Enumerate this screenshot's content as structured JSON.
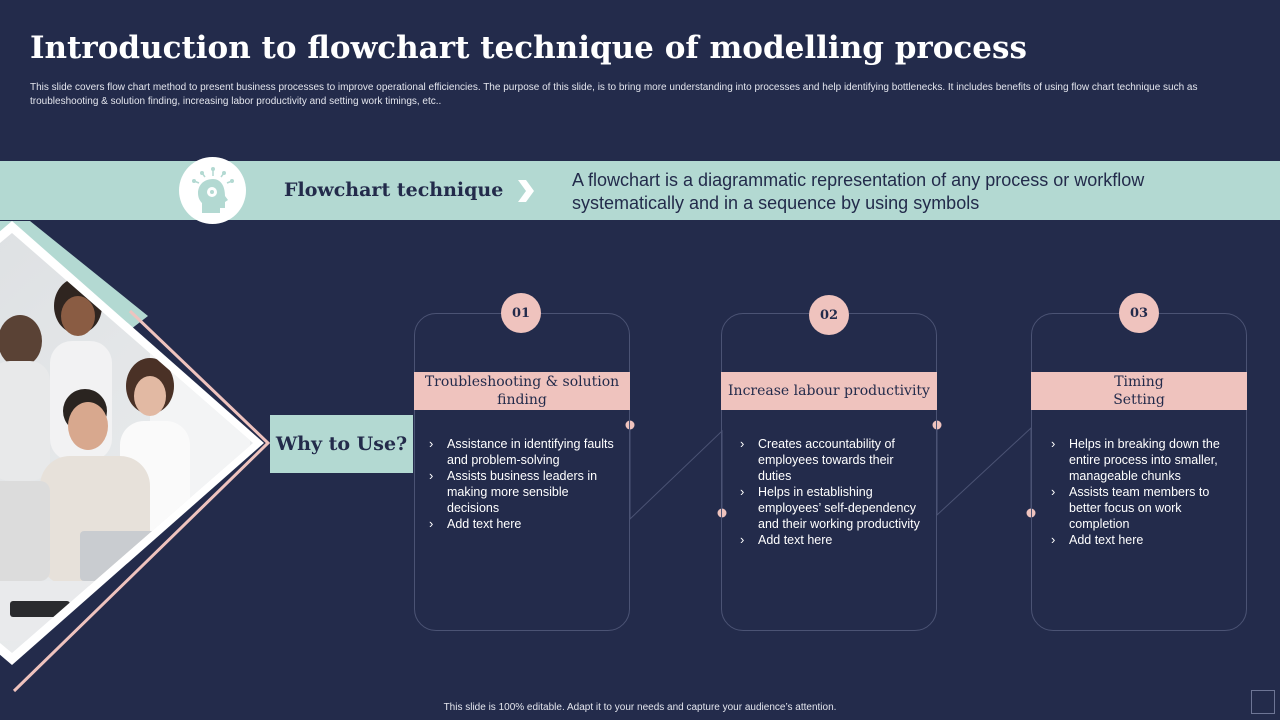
{
  "slide": {
    "title": "Introduction to flowchart technique of modelling process",
    "subtitle": "This slide covers flow chart method to present business processes to improve operational efficiencies. The purpose of this slide, is to bring more understanding into processes and help identifying bottlenecks. It includes benefits of using flow chart technique such as troubleshooting & solution finding, increasing labor productivity and setting work timings, etc..",
    "footer": "This slide is 100% editable. Adapt it to your needs and capture your audience’s attention."
  },
  "banner": {
    "icon": "head-gear-icon",
    "heading": "Flowchart technique",
    "description": "A flowchart is a diagrammatic representation of any process or workflow systematically and in a sequence by using symbols"
  },
  "why": {
    "label": "Why to Use?"
  },
  "cards": [
    {
      "number": "01",
      "heading": "Troubleshooting & solution finding",
      "bullets": [
        "Assistance in identifying faults and problem-solving",
        "Assists business leaders in making more sensible decisions",
        "Add text here"
      ]
    },
    {
      "number": "02",
      "heading": "Increase labour productivity",
      "bullets": [
        "Creates accountability of employees towards their duties",
        "Helps in establishing employees’ self-dependency and their working productivity",
        "Add text here"
      ]
    },
    {
      "number": "03",
      "heading": "Timing Setting",
      "bullets": [
        "Helps in breaking down the entire process into smaller, manageable chunks",
        "Assists team members to better focus on work completion",
        "Add text here"
      ]
    }
  ],
  "colors": {
    "background": "#232b4b",
    "mint": "#b3d9d2",
    "pink": "#efc3be",
    "card_border": "#4b5374"
  }
}
